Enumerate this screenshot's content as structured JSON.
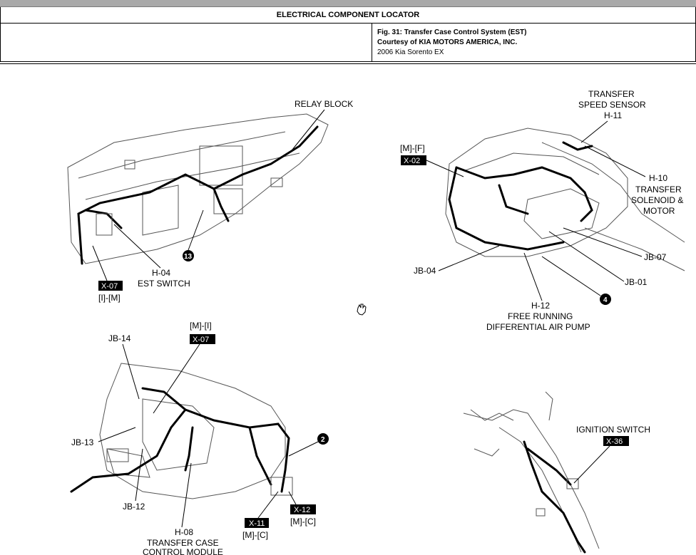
{
  "header": {
    "title": "ELECTRICAL COMPONENT LOCATOR",
    "figure": "Fig. 31: Transfer Case Control System (EST)",
    "courtesy": "Courtesy of KIA MOTORS AMERICA, INC.",
    "vehicle": "2006 Kia Sorento EX"
  },
  "labels": {
    "relay_block": "RELAY BLOCK",
    "h04_code": "H-04",
    "h04_name": "EST SWITCH",
    "x07_code": "X-07",
    "x07_loc": "[I]-[M]",
    "circle_13": "13",
    "tss_line1": "TRANSFER",
    "tss_line2": "SPEED SENSOR",
    "tss_code": "H-11",
    "mf_loc": "[M]-[F]",
    "x02_code": "X-02",
    "h10_code": "H-10",
    "h10_line1": "TRANSFER",
    "h10_line2": "SOLENOID &",
    "h10_line3": "MOTOR",
    "jb07": "JB-07",
    "jb04": "JB-04",
    "jb01": "JB-01",
    "circle_4": "4",
    "h12_code": "H-12",
    "h12_line1": "FREE RUNNING",
    "h12_line2": "DIFFERENTIAL AIR PUMP",
    "x07b_loc": "[M]-[I]",
    "x07b_code": "X-07",
    "jb14": "JB-14",
    "jb13": "JB-13",
    "jb12": "JB-12",
    "circle_2": "2",
    "h08_code": "H-08",
    "h08_line1": "TRANSFER CASE",
    "h08_line2": "CONTROL MODULE",
    "x11_code": "X-11",
    "x11_loc": "[M]-[C]",
    "x12_code": "X-12",
    "x12_loc": "[M]-[C]",
    "ign_name": "IGNITION SWITCH",
    "x36_code": "X-36"
  }
}
